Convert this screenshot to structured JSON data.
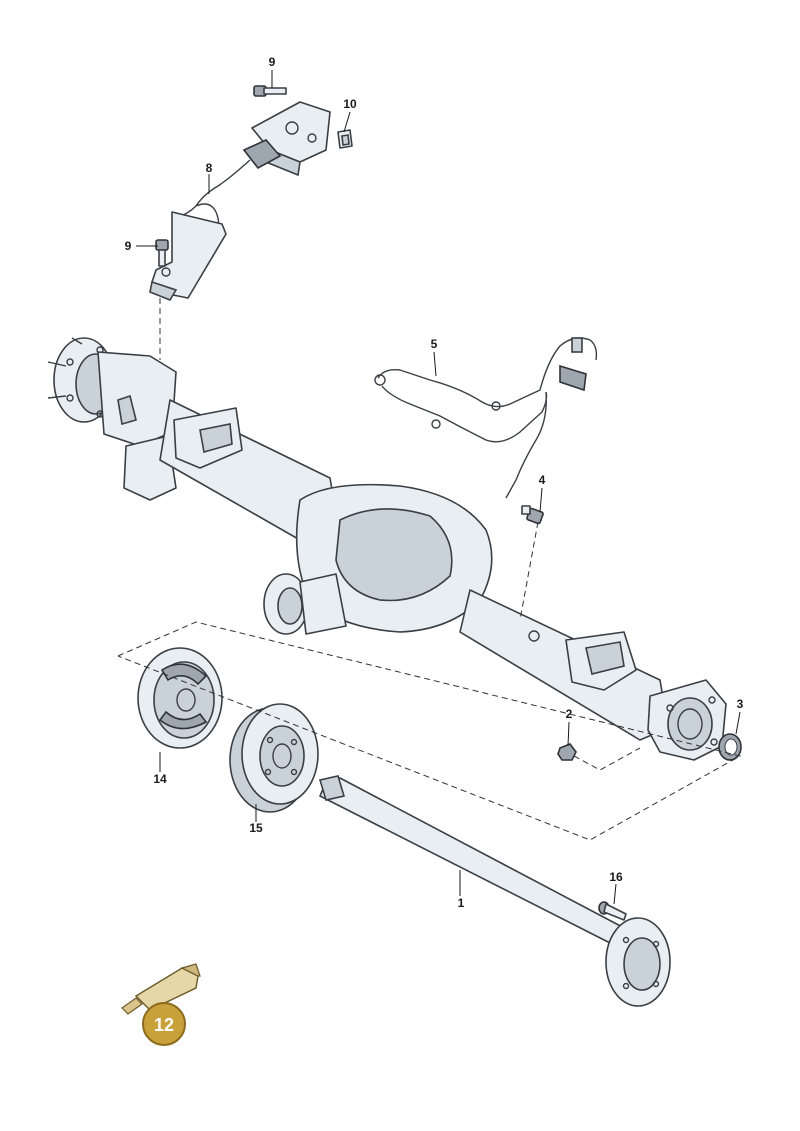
{
  "callouts": [
    {
      "id": "9a",
      "label": "9",
      "part": "bolt-upper"
    },
    {
      "id": "10",
      "label": "10",
      "part": "clip"
    },
    {
      "id": "8",
      "label": "8",
      "part": "brake-line-bracket"
    },
    {
      "id": "9b",
      "label": "9",
      "part": "bolt-lower"
    },
    {
      "id": "5",
      "label": "5",
      "part": "brake-pipe"
    },
    {
      "id": "4",
      "label": "4",
      "part": "pipe-union"
    },
    {
      "id": "2",
      "label": "2",
      "part": "nut"
    },
    {
      "id": "3",
      "label": "3",
      "part": "seal-ring"
    },
    {
      "id": "14",
      "label": "14",
      "part": "brake-backing-plate"
    },
    {
      "id": "15",
      "label": "15",
      "part": "brake-drum"
    },
    {
      "id": "1",
      "label": "1",
      "part": "axle-shaft"
    },
    {
      "id": "16",
      "label": "16",
      "part": "wheel-stud"
    }
  ],
  "badge": {
    "label": "12",
    "color": "#c9a13a",
    "icon": "grease-tube-icon"
  },
  "colors": {
    "part_fill": "#e9eef3",
    "outline": "#3a3f44",
    "badge": "#c9a13a"
  }
}
